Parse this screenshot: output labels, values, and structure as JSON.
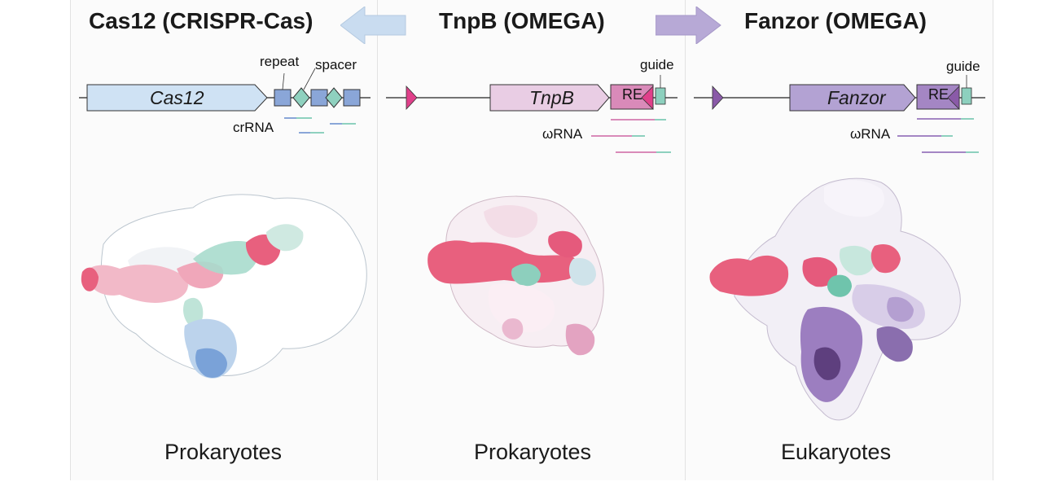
{
  "panels": [
    {
      "id": "cas12",
      "title": "Cas12 (CRISPR-Cas)",
      "gene": "Cas12",
      "labels": {
        "repeat": "repeat",
        "spacer": "spacer",
        "rna": "crRNA"
      },
      "caption": "Prokaryotes"
    },
    {
      "id": "tnpb",
      "title": "TnpB (OMEGA)",
      "gene": "TnpB",
      "labels": {
        "re": "RE",
        "guide": "guide",
        "rna": "ωRNA"
      },
      "caption": "Prokaryotes"
    },
    {
      "id": "fanzor",
      "title": "Fanzor (OMEGA)",
      "gene": "Fanzor",
      "labels": {
        "re": "RE",
        "guide": "guide",
        "rna": "ωRNA"
      },
      "caption": "Eukaryotes"
    }
  ],
  "arrows": [
    {
      "direction": "left",
      "color": "#c9dcf0"
    },
    {
      "direction": "right",
      "color": "#b7a9d6"
    }
  ],
  "colors": {
    "cas12_fill": "#cfe2f4",
    "tnpb_fill": "#e9cde4",
    "fanzor_fill": "#b3a2d3",
    "repeat_blue": "#8aa6d8",
    "spacer_teal": "#8fd1bf",
    "te_pink": "#e0408a",
    "te_purple": "#8a5aa8",
    "re_pink": "#d98ab9",
    "re_purple": "#a486c4",
    "guide_teal": "#8dd0be",
    "protein_pink": "#e8607e",
    "protein_blue": "#7aa2d8",
    "protein_purple": "#9c7ec0"
  }
}
